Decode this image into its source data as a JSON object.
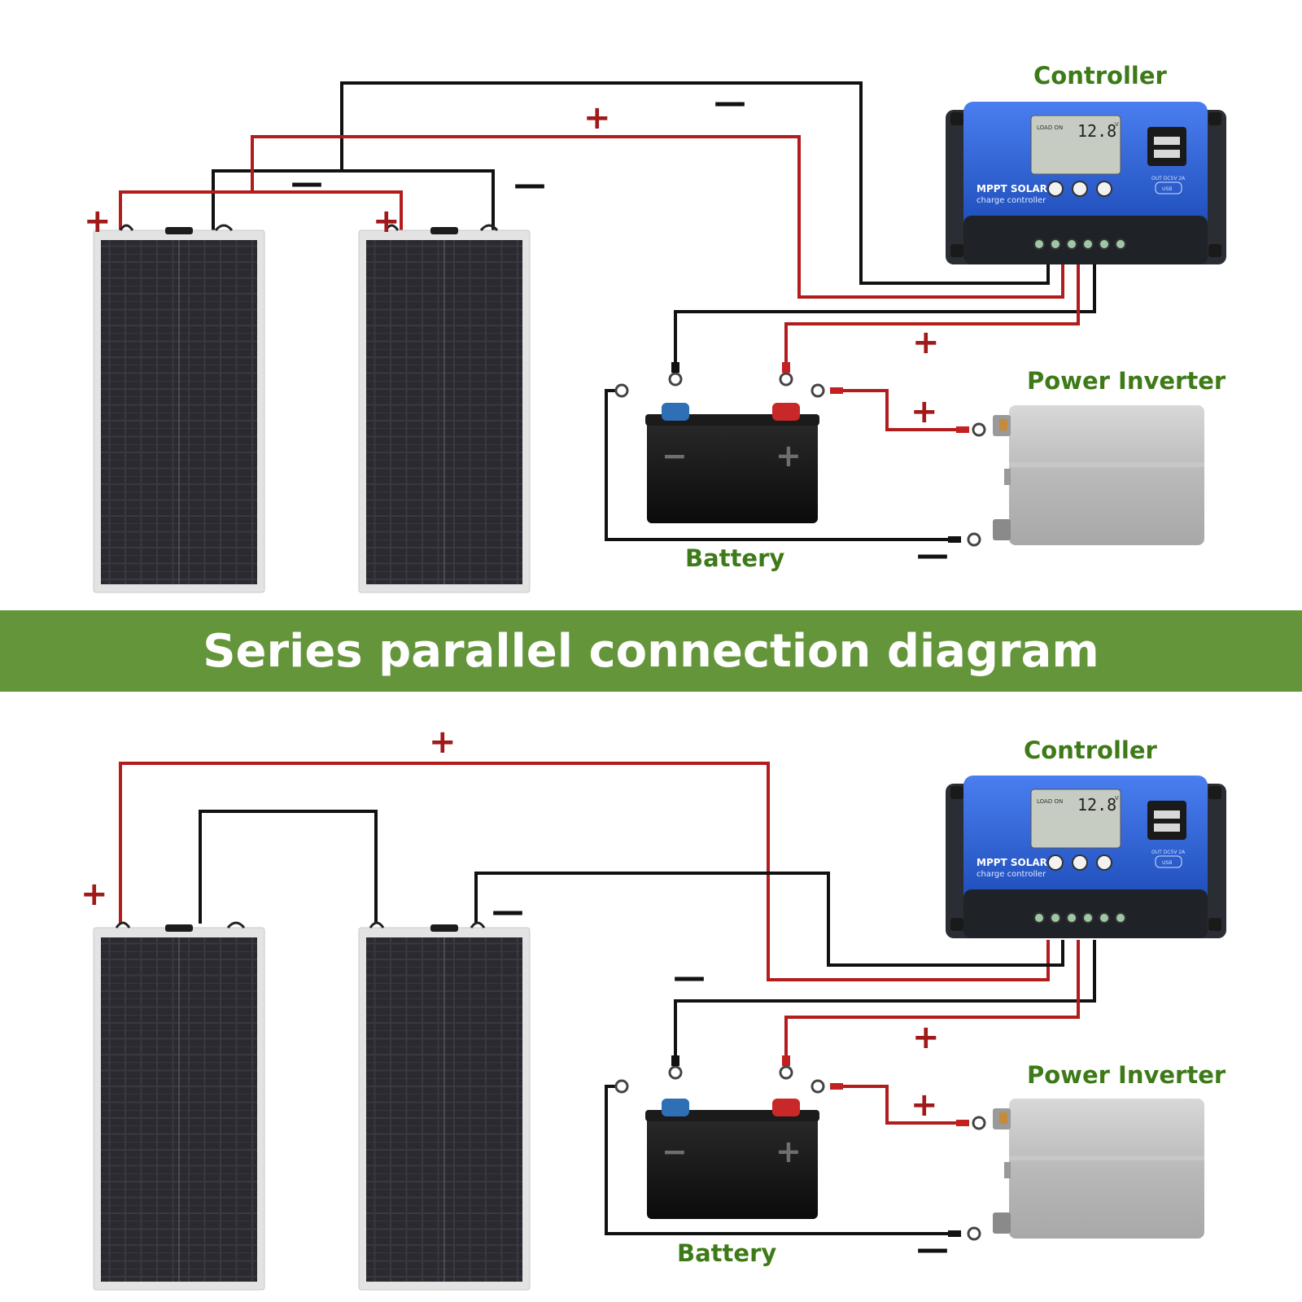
{
  "title": "Series parallel connection diagram",
  "colors": {
    "banner": "#64953a",
    "label_green": "#3e7a17",
    "positive_wire": "#b31c1c",
    "negative_wire": "#111111",
    "controller_blue": "#2f64d4"
  },
  "diagrams": [
    {
      "controller_label": "Controller",
      "inverter_label": "Power Inverter",
      "battery_label": "Battery",
      "plus_sign": "+",
      "minus_sign": "—",
      "controller": {
        "lcd_load": "LOAD ON",
        "lcd_value": "12.8",
        "lcd_unit": "V",
        "brand": "MPPT SOLAR",
        "subtitle": "charge controller",
        "usb_spec": "OUT DC5V 2A",
        "usb_label": "USB"
      }
    },
    {
      "controller_label": "Controller",
      "inverter_label": "Power Inverter",
      "battery_label": "Battery",
      "plus_sign": "+",
      "minus_sign": "—",
      "controller": {
        "lcd_load": "LOAD ON",
        "lcd_value": "12.8",
        "lcd_unit": "V",
        "brand": "MPPT SOLAR",
        "subtitle": "charge controller",
        "usb_spec": "OUT DC5V 2A",
        "usb_label": "USB"
      }
    }
  ]
}
